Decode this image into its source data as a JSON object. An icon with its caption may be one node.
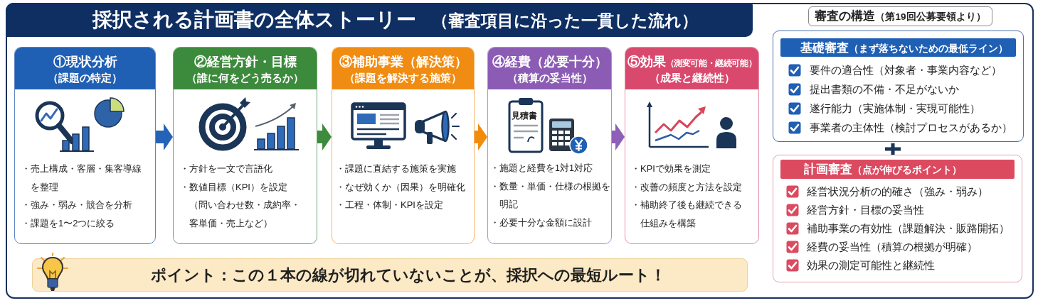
{
  "diagram": {
    "nodes": [
      {
        "text": [
          "採択される計画書の全体ストーリー",
          "（審査項目に沿った一貫した流れ）"
        ]
      },
      {
        "text": [
          "①現状分析",
          "（課題の特定）",
          "・売上構成・客層・集客導線を整理",
          "・強み・弱み・競合を分析",
          "・課題を1〜2つに絞る"
        ]
      },
      {
        "text": [
          "②経営方針・目標",
          "（誰に何をどう売るか）",
          "・方針を一文で言語化",
          "・数値目標（KPI）を設定",
          "（問い合わせ数・成約率・客単価・売上など）"
        ]
      },
      {
        "text": [
          "③補助事業（解決策）",
          "（課題を解決する施策）",
          "・課題に直結する施策を実施",
          "・なぜ効くか（因果）を明確化",
          "・工程・体制・KPIを設定"
        ]
      },
      {
        "text": [
          "④経費（必要十分）",
          "（積算の妥当性）",
          "・施題と経費を1対1対応",
          "・数量・単価・仕様の根拠を明記",
          "・必要十分な金額に設計"
        ]
      },
      {
        "text": [
          "⑤効果",
          "（測変可能・継続可能）",
          "（成果と継続性）",
          "・KPIで効果を測定",
          "・改善の頻度と方法を設定",
          "・補助終了後も継続できる仕組みを構築"
        ]
      },
      {
        "text": [
          "ポイント：この１本の線が切れていないことが、採択への最短ルート！"
        ]
      },
      {
        "text": [
          "審査の構造",
          "（第19回公募要領より）"
        ]
      },
      {
        "text": [
          "基礎審査",
          "（まず落ちないための最低ライン）",
          "要件の適合性（対象者・事業内容など）",
          "提出書類の不備・不足がないか",
          "遂行能力（実施体制・実現可能性）",
          "事業者の主体性（検討プロセスがあるか）"
        ]
      },
      {
        "text": [
          "計画審査",
          "（点が伸びるポイント）",
          "経営状況分析の的確さ（強み・弱み）",
          "経営方針・目標の妥当性",
          "補助事業の有効性（課題解決・販路開拓）",
          "経費の妥当性（積算の根拠が明確）",
          "効果の測定可能性と継続性"
        ]
      }
    ],
    "edges": [
      {
        "from": 1,
        "to": 2,
        "arrow": "to",
        "color": "#2563b8"
      },
      {
        "from": 2,
        "to": 3,
        "arrow": "to",
        "color": "#3d8b3d"
      },
      {
        "from": 3,
        "to": 4,
        "arrow": "to",
        "color": "#f28c0f"
      },
      {
        "from": 4,
        "to": 5,
        "arrow": "to",
        "color": "#8d5fb8"
      }
    ],
    "labels": [
      "見積書"
    ]
  }
}
